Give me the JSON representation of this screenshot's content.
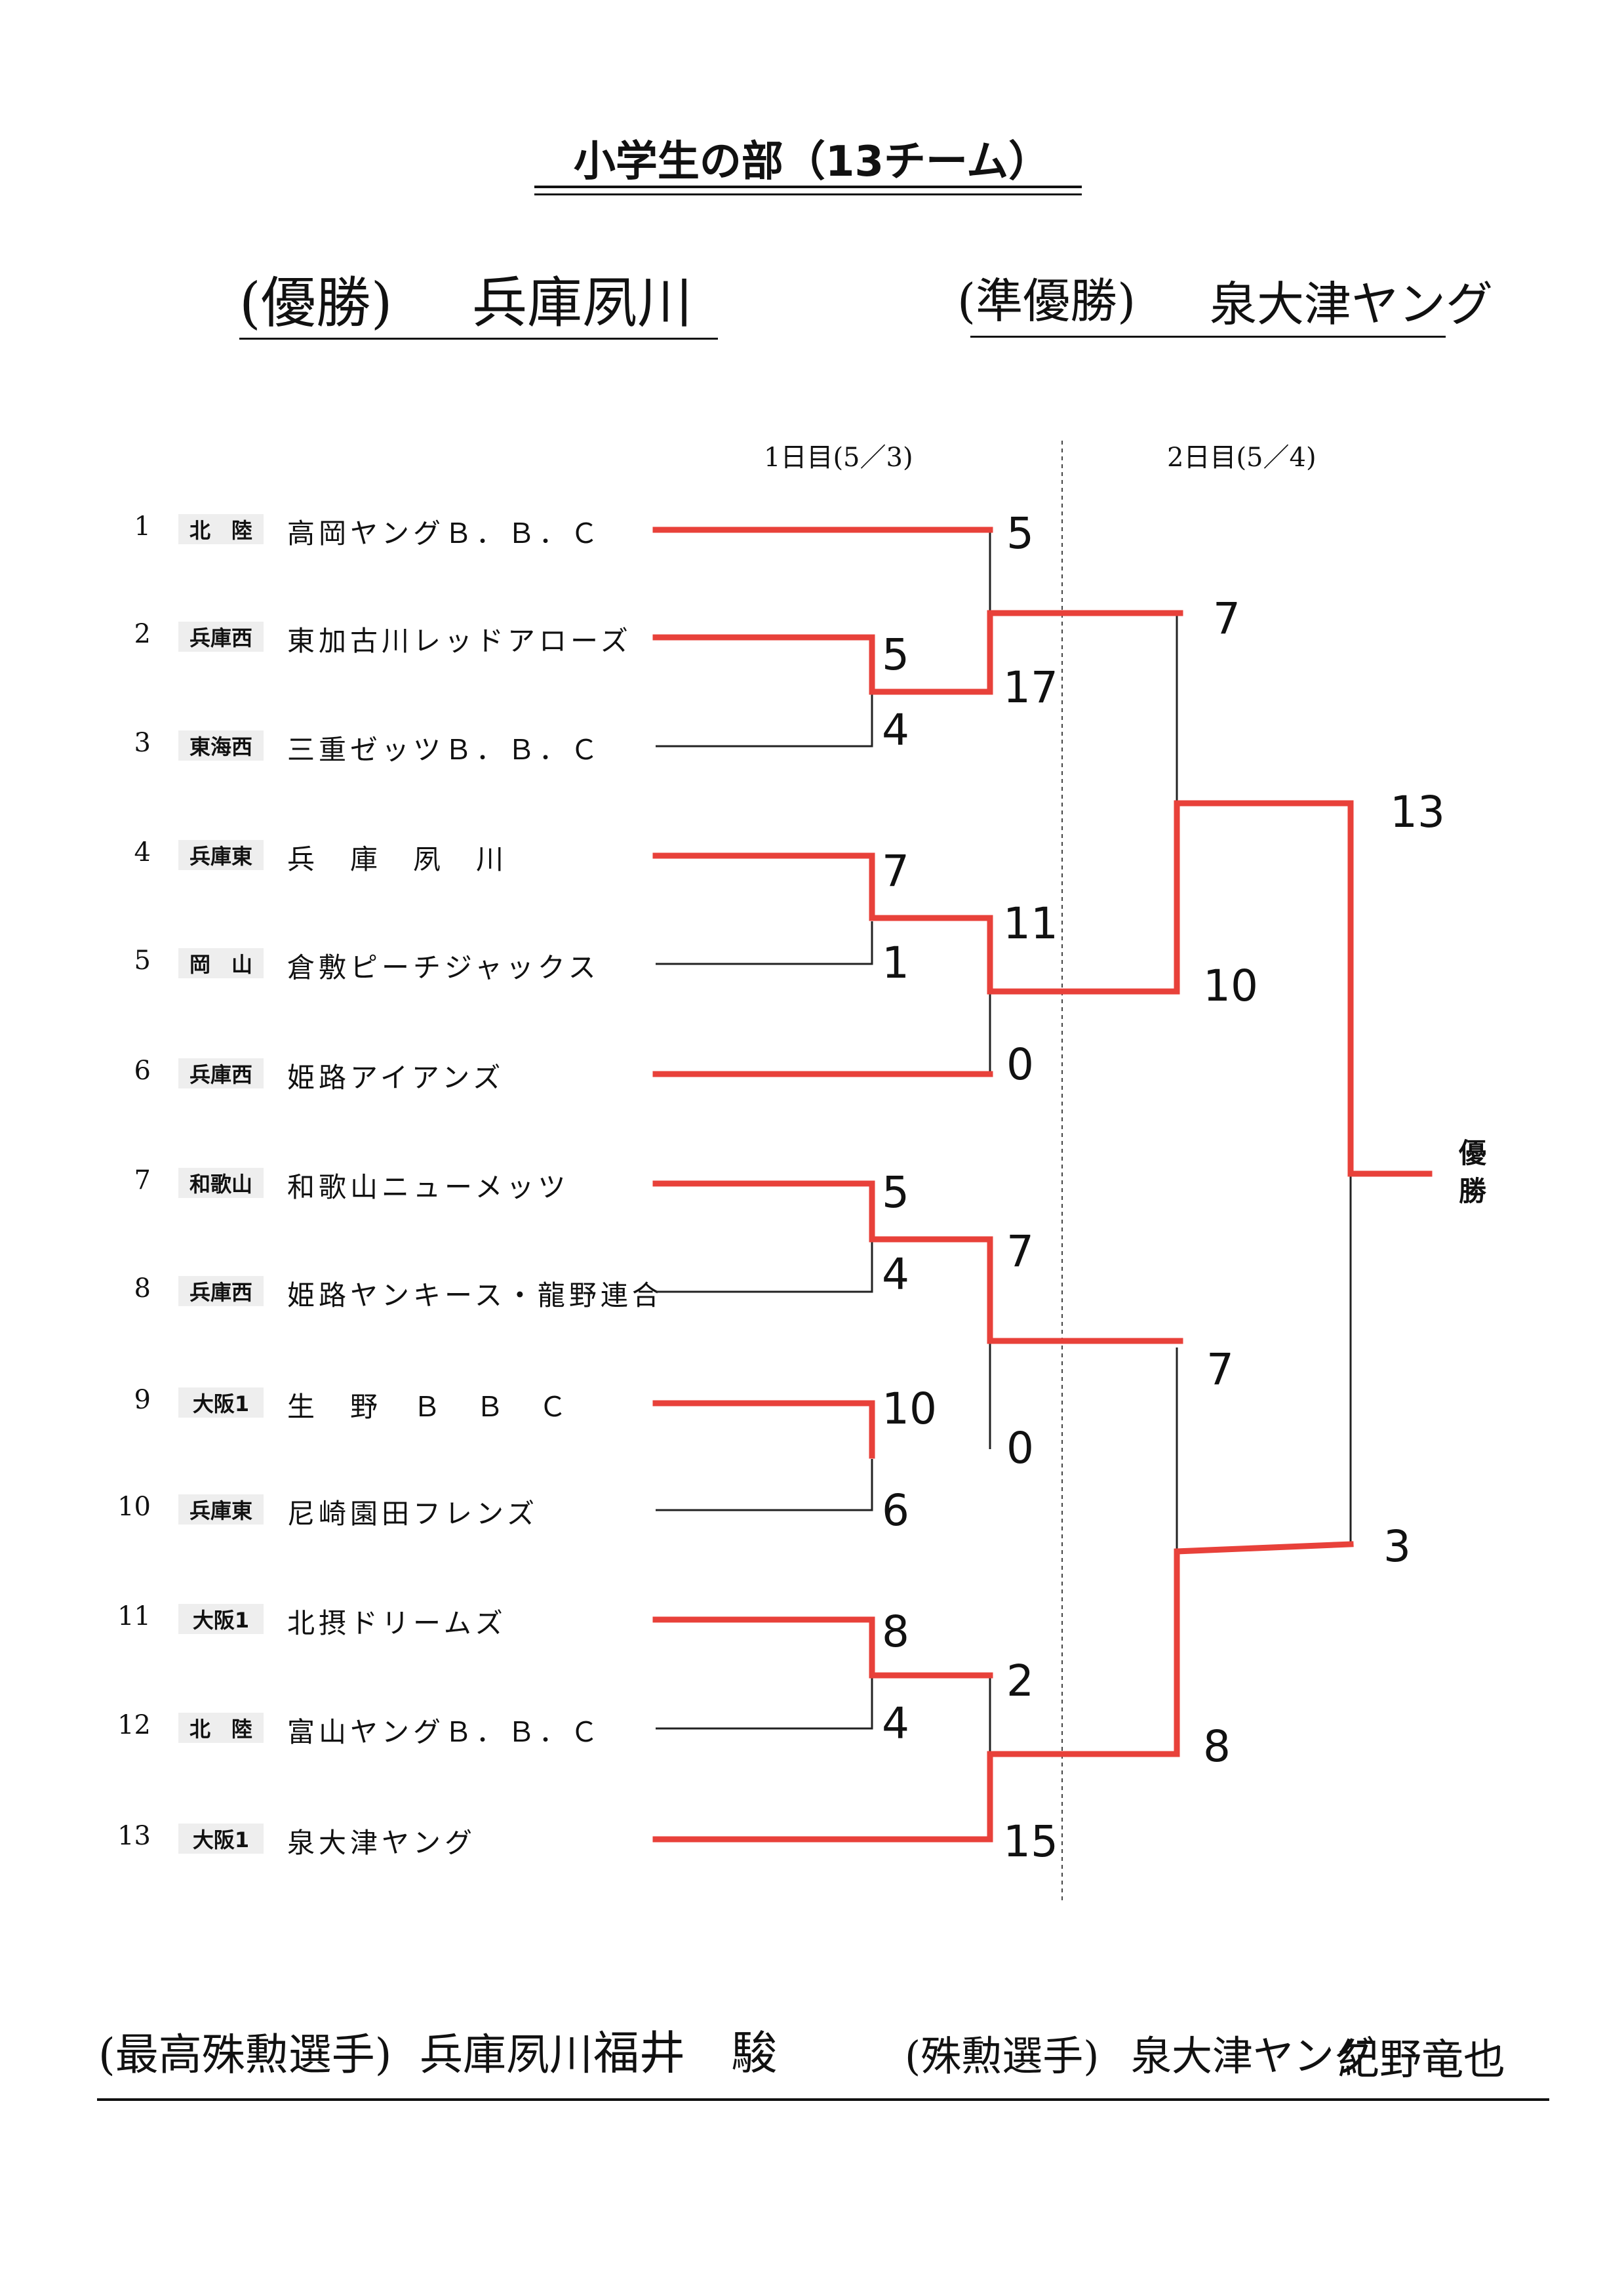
{
  "title": "小学生の部（13チーム）",
  "champion": {
    "label": "(優勝)",
    "team": "兵庫夙川"
  },
  "runner_up": {
    "label": "(準優勝)",
    "team": "泉大津ヤング"
  },
  "days": [
    {
      "label": "1日目(5／3)"
    },
    {
      "label": "2日目(5／4)"
    }
  ],
  "teams": [
    {
      "no": "1",
      "region": "北　陸",
      "name": "高岡ヤングＢ．Ｂ．Ｃ"
    },
    {
      "no": "2",
      "region": "兵庫西",
      "name": "東加古川レッドアローズ"
    },
    {
      "no": "3",
      "region": "東海西",
      "name": "三重ゼッツＢ．Ｂ．Ｃ"
    },
    {
      "no": "4",
      "region": "兵庫東",
      "name": "兵　庫　夙　川"
    },
    {
      "no": "5",
      "region": "岡　山",
      "name": "倉敷ピーチジャックス"
    },
    {
      "no": "6",
      "region": "兵庫西",
      "name": "姫路アイアンズ"
    },
    {
      "no": "7",
      "region": "和歌山",
      "name": "和歌山ニューメッツ"
    },
    {
      "no": "8",
      "region": "兵庫西",
      "name": "姫路ヤンキース・龍野連合"
    },
    {
      "no": "9",
      "region": "大阪1",
      "name": "生　野　Ｂ　Ｂ　Ｃ"
    },
    {
      "no": "10",
      "region": "兵庫東",
      "name": "尼崎園田フレンズ"
    },
    {
      "no": "11",
      "region": "大阪1",
      "name": "北摂ドリームズ"
    },
    {
      "no": "12",
      "region": "北　陸",
      "name": "富山ヤングＢ．Ｂ．Ｃ"
    },
    {
      "no": "13",
      "region": "大阪1",
      "name": "泉大津ヤング"
    }
  ],
  "scores": {
    "r1_2v3_top": "5",
    "r1_2v3_bot": "4",
    "r1_4v5_top": "7",
    "r1_4v5_bot": "1",
    "r1_7v8_top": "5",
    "r1_7v8_bot": "4",
    "r1_9v10_top": "10",
    "r1_9v10_bot": "6",
    "r1_11v12_top": "8",
    "r1_11v12_bot": "4",
    "r2_a_top": "5",
    "r2_a_bot": "17",
    "r2_b_top": "11",
    "r2_b_bot": "0",
    "r2_c_top": "7",
    "r2_c_bot": "0",
    "r2_d_top": "2",
    "r2_d_bot": "15",
    "sf_top_top": "7",
    "sf_top_bot": "10",
    "sf_bot_top": "7",
    "sf_bot_bot": "8",
    "final_top": "13",
    "final_bot": "3"
  },
  "winner_label": "優勝",
  "mvp": {
    "label": "(最高殊勲選手)",
    "team": "兵庫夙川",
    "player": "福井　駿"
  },
  "outstanding": {
    "label": "(殊勲選手)",
    "team": "泉大津ヤング",
    "player": "紀野竜也"
  },
  "colors": {
    "win_line": "#e8413a",
    "line": "#222222"
  }
}
